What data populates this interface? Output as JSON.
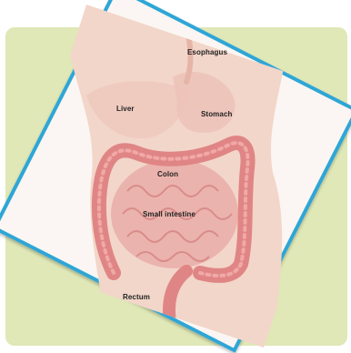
{
  "labels": {
    "esophagus": "Esophagus",
    "liver": "Liver",
    "stomach": "Stomach",
    "colon": "Colon",
    "small_intestine": "Small intestine",
    "rectum": "Rectum"
  },
  "colors": {
    "background": "#dfe8b6",
    "card_border": "#2ea6d6",
    "skin": "#f4d7cb",
    "intestine": "#e7898a"
  }
}
